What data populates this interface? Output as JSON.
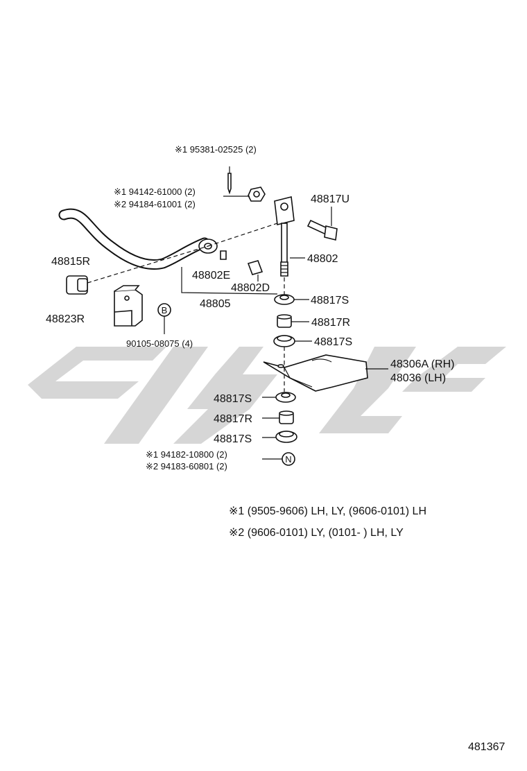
{
  "watermark": {
    "color": "#d6d6d6"
  },
  "labels": {
    "p95381": "※1 95381-02525 (2)",
    "p94142": "※1 94142-61000 (2)",
    "p94184": "※2 94184-61001 (2)",
    "p48817U": "48817U",
    "p48815R": "48815R",
    "p48802": "48802",
    "p48802E": "48802E",
    "p48802D": "48802D",
    "p48805": "48805",
    "p48817S_a": "48817S",
    "p48823R": "48823R",
    "p48817R_a": "48817R",
    "p48817S_b": "48817S",
    "p90105": "90105-08075 (4)",
    "p48306A": "48306A (RH)",
    "p48036": "48036   (LH)",
    "p48817S_c": "48817S",
    "p48817R_b": "48817R",
    "p48817S_d": "48817S",
    "p94182": "※1  94182-10800 (2)",
    "p94183": "※2  94183-60801 (2)",
    "badgeB": "B",
    "badgeN": "N"
  },
  "notes": {
    "note1": "※1 (9505-9606) LH, LY,  (9606-0101) LH",
    "note2": "※2 (9606-0101) LY,  (0101-        ) LH, LY"
  },
  "footer": {
    "code": "481367"
  }
}
